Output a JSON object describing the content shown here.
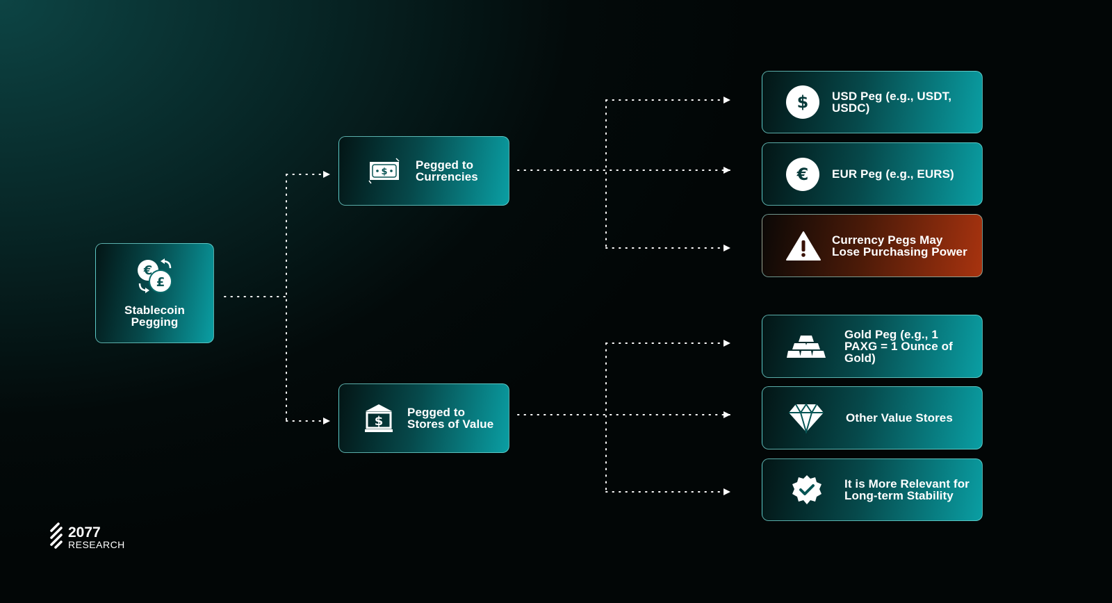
{
  "root": {
    "label_line1": "Stablecoin",
    "label_line2": "Pegging"
  },
  "branches": [
    {
      "label_line1": "Pegged to",
      "label_line2": "Currencies",
      "leaves": [
        {
          "line1": "USD Peg (e.g., USDT,",
          "line2": "USDC)",
          "icon": "dollar-icon"
        },
        {
          "line1": "EUR Peg (e.g., EURS)",
          "icon": "euro-icon"
        },
        {
          "line1": "Currency Pegs May",
          "line2": "Lose Purchasing Power",
          "icon": "warning-icon"
        }
      ]
    },
    {
      "label_line1": "Pegged to",
      "label_line2": "Stores of Value",
      "leaves": [
        {
          "line1": "Gold Peg (e.g., 1",
          "line2": "PAXG = 1 Ounce of",
          "line3": "Gold)",
          "icon": "gold-bars-icon"
        },
        {
          "line1": "Other Value Stores",
          "icon": "diamond-icon"
        },
        {
          "line1": "It is More Relevant for",
          "line2": "Long-term Stability",
          "icon": "verified-badge-icon"
        }
      ]
    }
  ],
  "logo": {
    "number": "2077",
    "word": "RESEARCH"
  },
  "colors": {
    "teal": "#0a9ea3",
    "warning": "#a8330f"
  }
}
